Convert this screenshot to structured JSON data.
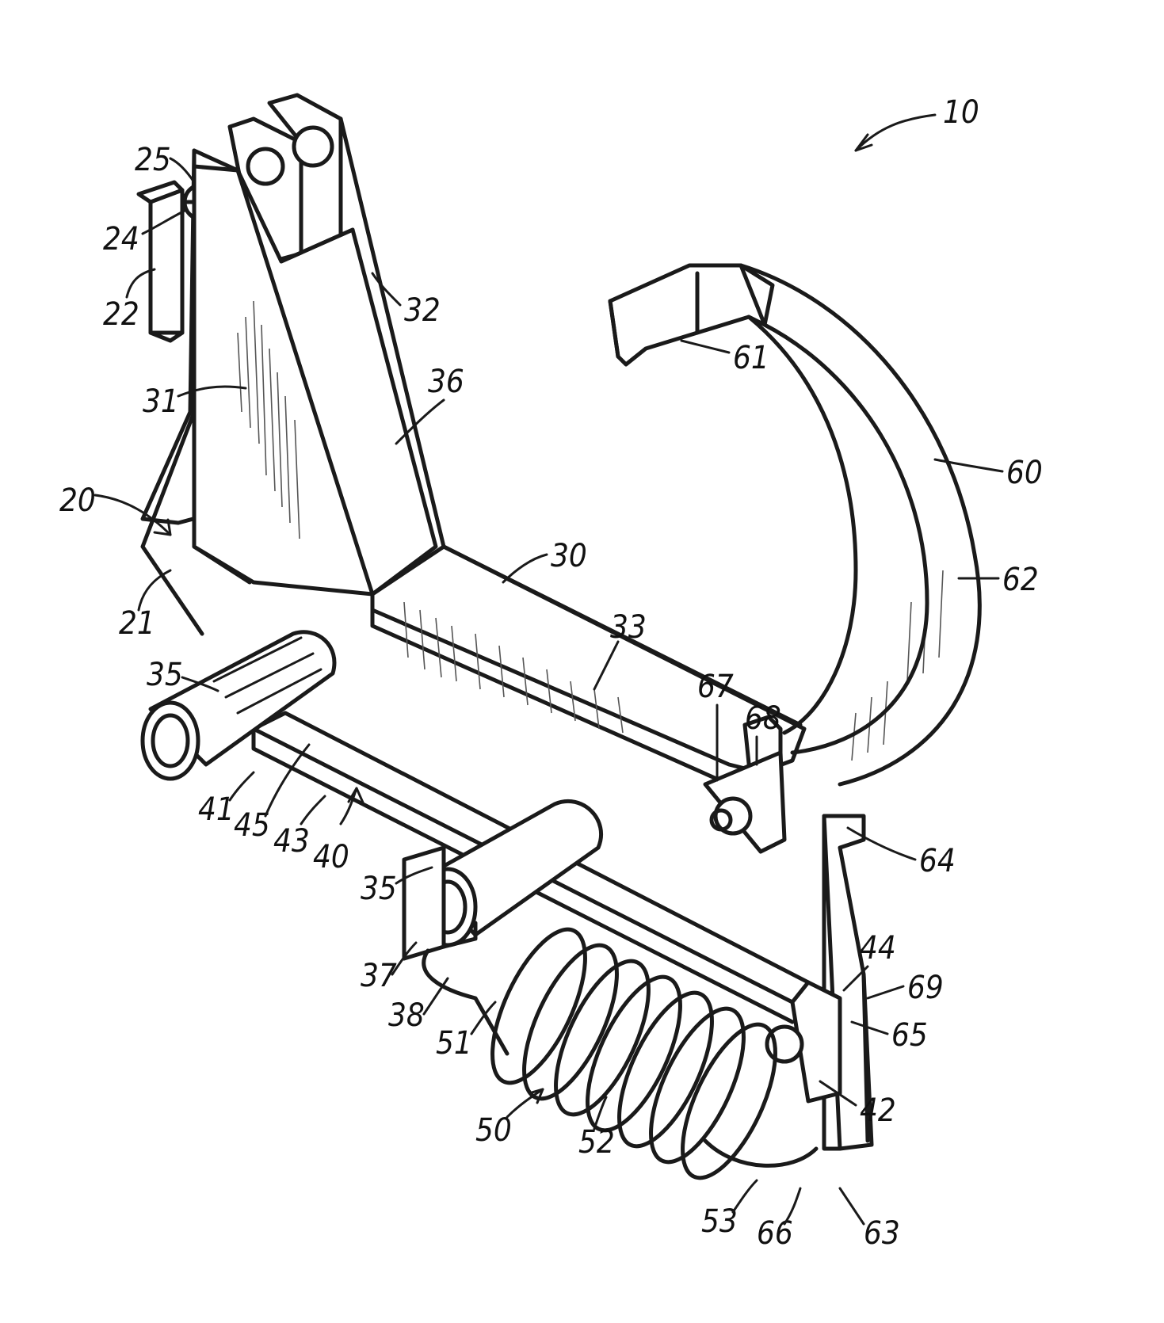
{
  "figure": {
    "reference_labels": {
      "r10": "10",
      "r20": "20",
      "r21": "21",
      "r22": "22",
      "r24": "24",
      "r25": "25",
      "r30": "30",
      "r31": "31",
      "r32": "32",
      "r33": "33",
      "r35a": "35",
      "r35b": "35",
      "r36": "36",
      "r37": "37",
      "r38": "38",
      "r40": "40",
      "r41": "41",
      "r42": "42",
      "r43": "43",
      "r44": "44",
      "r45": "45",
      "r50": "50",
      "r51": "51",
      "r52": "52",
      "r53": "53",
      "r60": "60",
      "r61": "61",
      "r62": "62",
      "r63": "63",
      "r64": "64",
      "r65": "65",
      "r66": "66",
      "r67": "67",
      "r68": "68",
      "r69": "69"
    }
  }
}
